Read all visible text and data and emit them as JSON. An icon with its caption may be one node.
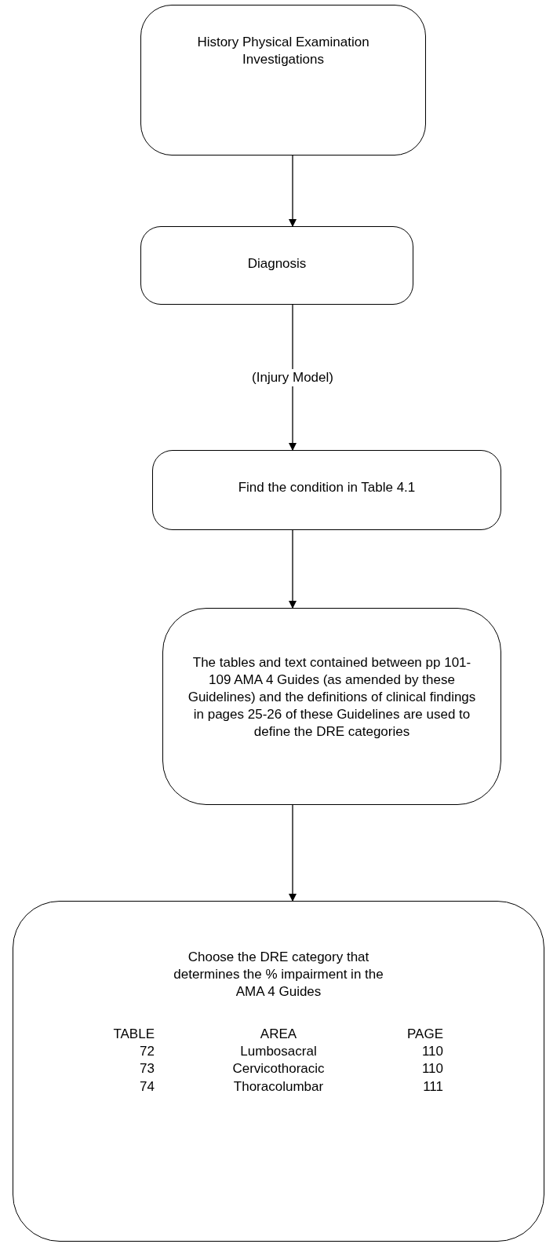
{
  "diagram": {
    "nodes": [
      {
        "text": [
          "History Physical Examination Investigations"
        ]
      },
      {
        "text": [
          "Diagnosis"
        ]
      },
      {
        "text": [
          "Find the condition in Table 4.1"
        ]
      },
      {
        "text": [
          "The tables and text contained between pp 101-109 AMA 4 Guides (as amended by these Guidelines) and the definitions of clinical findings in pages 25-26 of these Guidelines are used to define the DRE categories"
        ]
      },
      {
        "text": [
          "Choose the DRE category that determines the % impairment in the AMA 4 Guides",
          "TABLE",
          "AREA",
          "PAGE",
          "72",
          "Lumbosacral",
          "110",
          "73",
          "Cervicothoracic",
          "110",
          "74",
          "Thoracolumbar",
          "111"
        ]
      }
    ],
    "edges": [
      {
        "from": 0,
        "to": 1,
        "arrow": "to"
      },
      {
        "from": 1,
        "to": 2,
        "arrow": "to",
        "label": "(Injury Model)"
      },
      {
        "from": 2,
        "to": 3,
        "arrow": "to"
      },
      {
        "from": 3,
        "to": 4,
        "arrow": "to"
      }
    ]
  }
}
